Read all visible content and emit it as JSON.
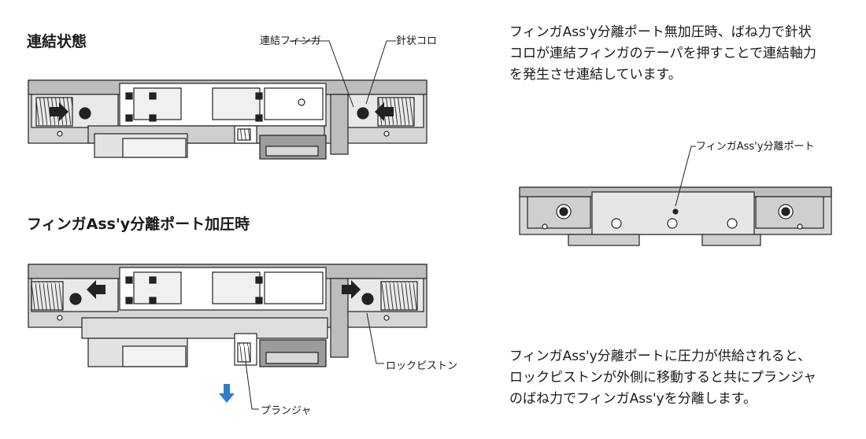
{
  "section_locked": {
    "title": "連結状態",
    "label_finger": "連結フィンガ",
    "label_roller": "針状コロ"
  },
  "section_pressurized": {
    "title": "フィンガAss'y分離ポート加圧時",
    "label_lock_piston": "ロックピストン",
    "label_plunger": "プランジャ"
  },
  "right_panel": {
    "desc_locked": [
      "フィンガAss'y分離ポート無加圧時、ばね力で針状",
      "コロが連結フィンガのテーパを押すことで連結軸力",
      "を発生させ連結しています。"
    ],
    "port_label": "フィンガAss'y分離ポート",
    "desc_pressurized": [
      "フィンガAss'y分離ポートに圧力が供給されると、",
      "ロックピストンが外側に移動すると共にプランジャ",
      "のばね力でフィンガAss'yを分離します。"
    ]
  },
  "colors": {
    "housing": "#d4d4d4",
    "housing_dark": "#9c9c9c",
    "line": "#222222",
    "arrow_blue": "#2e7fcf"
  }
}
